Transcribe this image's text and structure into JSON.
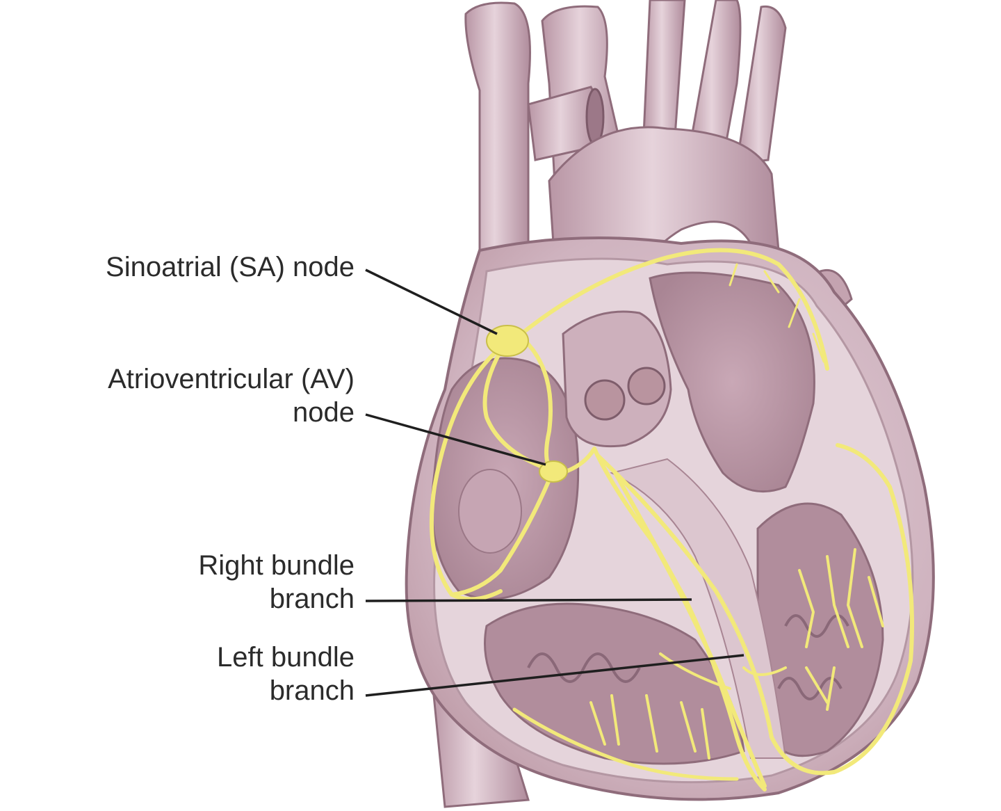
{
  "labels": {
    "sa_node": {
      "lines": [
        "Sinoatrial (SA) node"
      ]
    },
    "av_node": {
      "lines": [
        "Atrioventricular (AV)",
        "node"
      ]
    },
    "right_bundle_branch": {
      "lines": [
        "Right bundle",
        "branch"
      ]
    },
    "left_bundle_branch": {
      "lines": [
        "Left bundle",
        "branch"
      ]
    }
  },
  "colors": {
    "tissue": "#d9c3cc",
    "tissue_dark": "#a88593",
    "tissue_light": "#ead9e0",
    "conduction": "#f2e97a",
    "leader_line": "#1f1f1f",
    "text": "#2b2b2b"
  }
}
